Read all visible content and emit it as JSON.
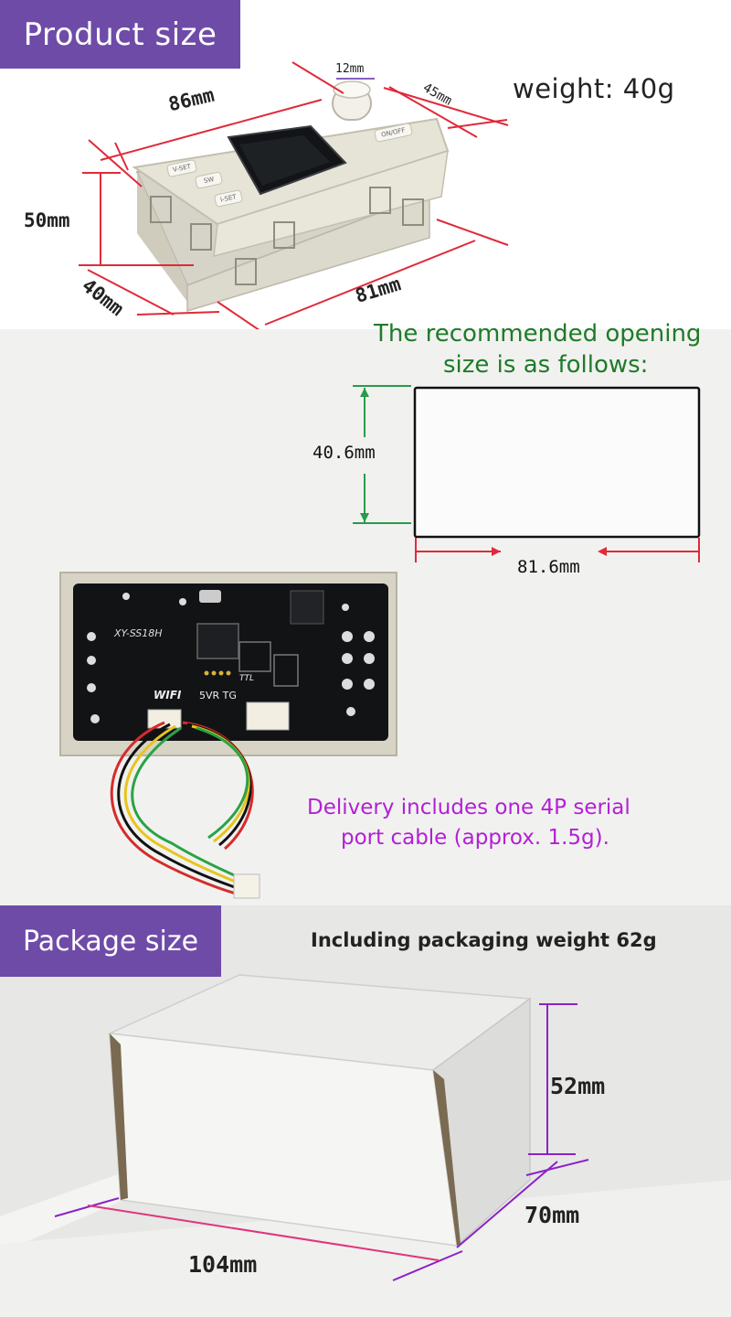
{
  "product_section": {
    "header": "Product size",
    "weight": "weight: 40g",
    "dims": {
      "length": "86mm",
      "knob": "12mm",
      "depth_top": "45mm",
      "height": "50mm",
      "depth_bottom": "40mm",
      "width": "81mm"
    },
    "panel_buttons": {
      "v_set": "V-SET",
      "sw": "SW",
      "i_set": "I-SET",
      "on_off": "ON/OFF"
    }
  },
  "opening_section": {
    "title_line1": "The recommended opening",
    "title_line2": "size is as follows:",
    "height": "40.6mm",
    "width": "81.6mm",
    "title_color": "#1f7a2a"
  },
  "board_section": {
    "board_model": "XY-SS18H",
    "wifi_label": "WIFI",
    "port_label": "5VR TG",
    "ttl_label": "TTL",
    "note_line1": "Delivery includes one 4P serial",
    "note_line2": "port cable (approx. 1.5g).",
    "note_color": "#b31fd6"
  },
  "package_section": {
    "header": "Package size",
    "weight": "Including packaging weight 62g",
    "height": "52mm",
    "depth": "70mm",
    "width": "104mm"
  },
  "colors": {
    "header_bg": "#6f4ba8",
    "dim_red": "#e02a3a",
    "dim_purple": "#5a2ab0",
    "dim_green": "#2a9a4a"
  }
}
